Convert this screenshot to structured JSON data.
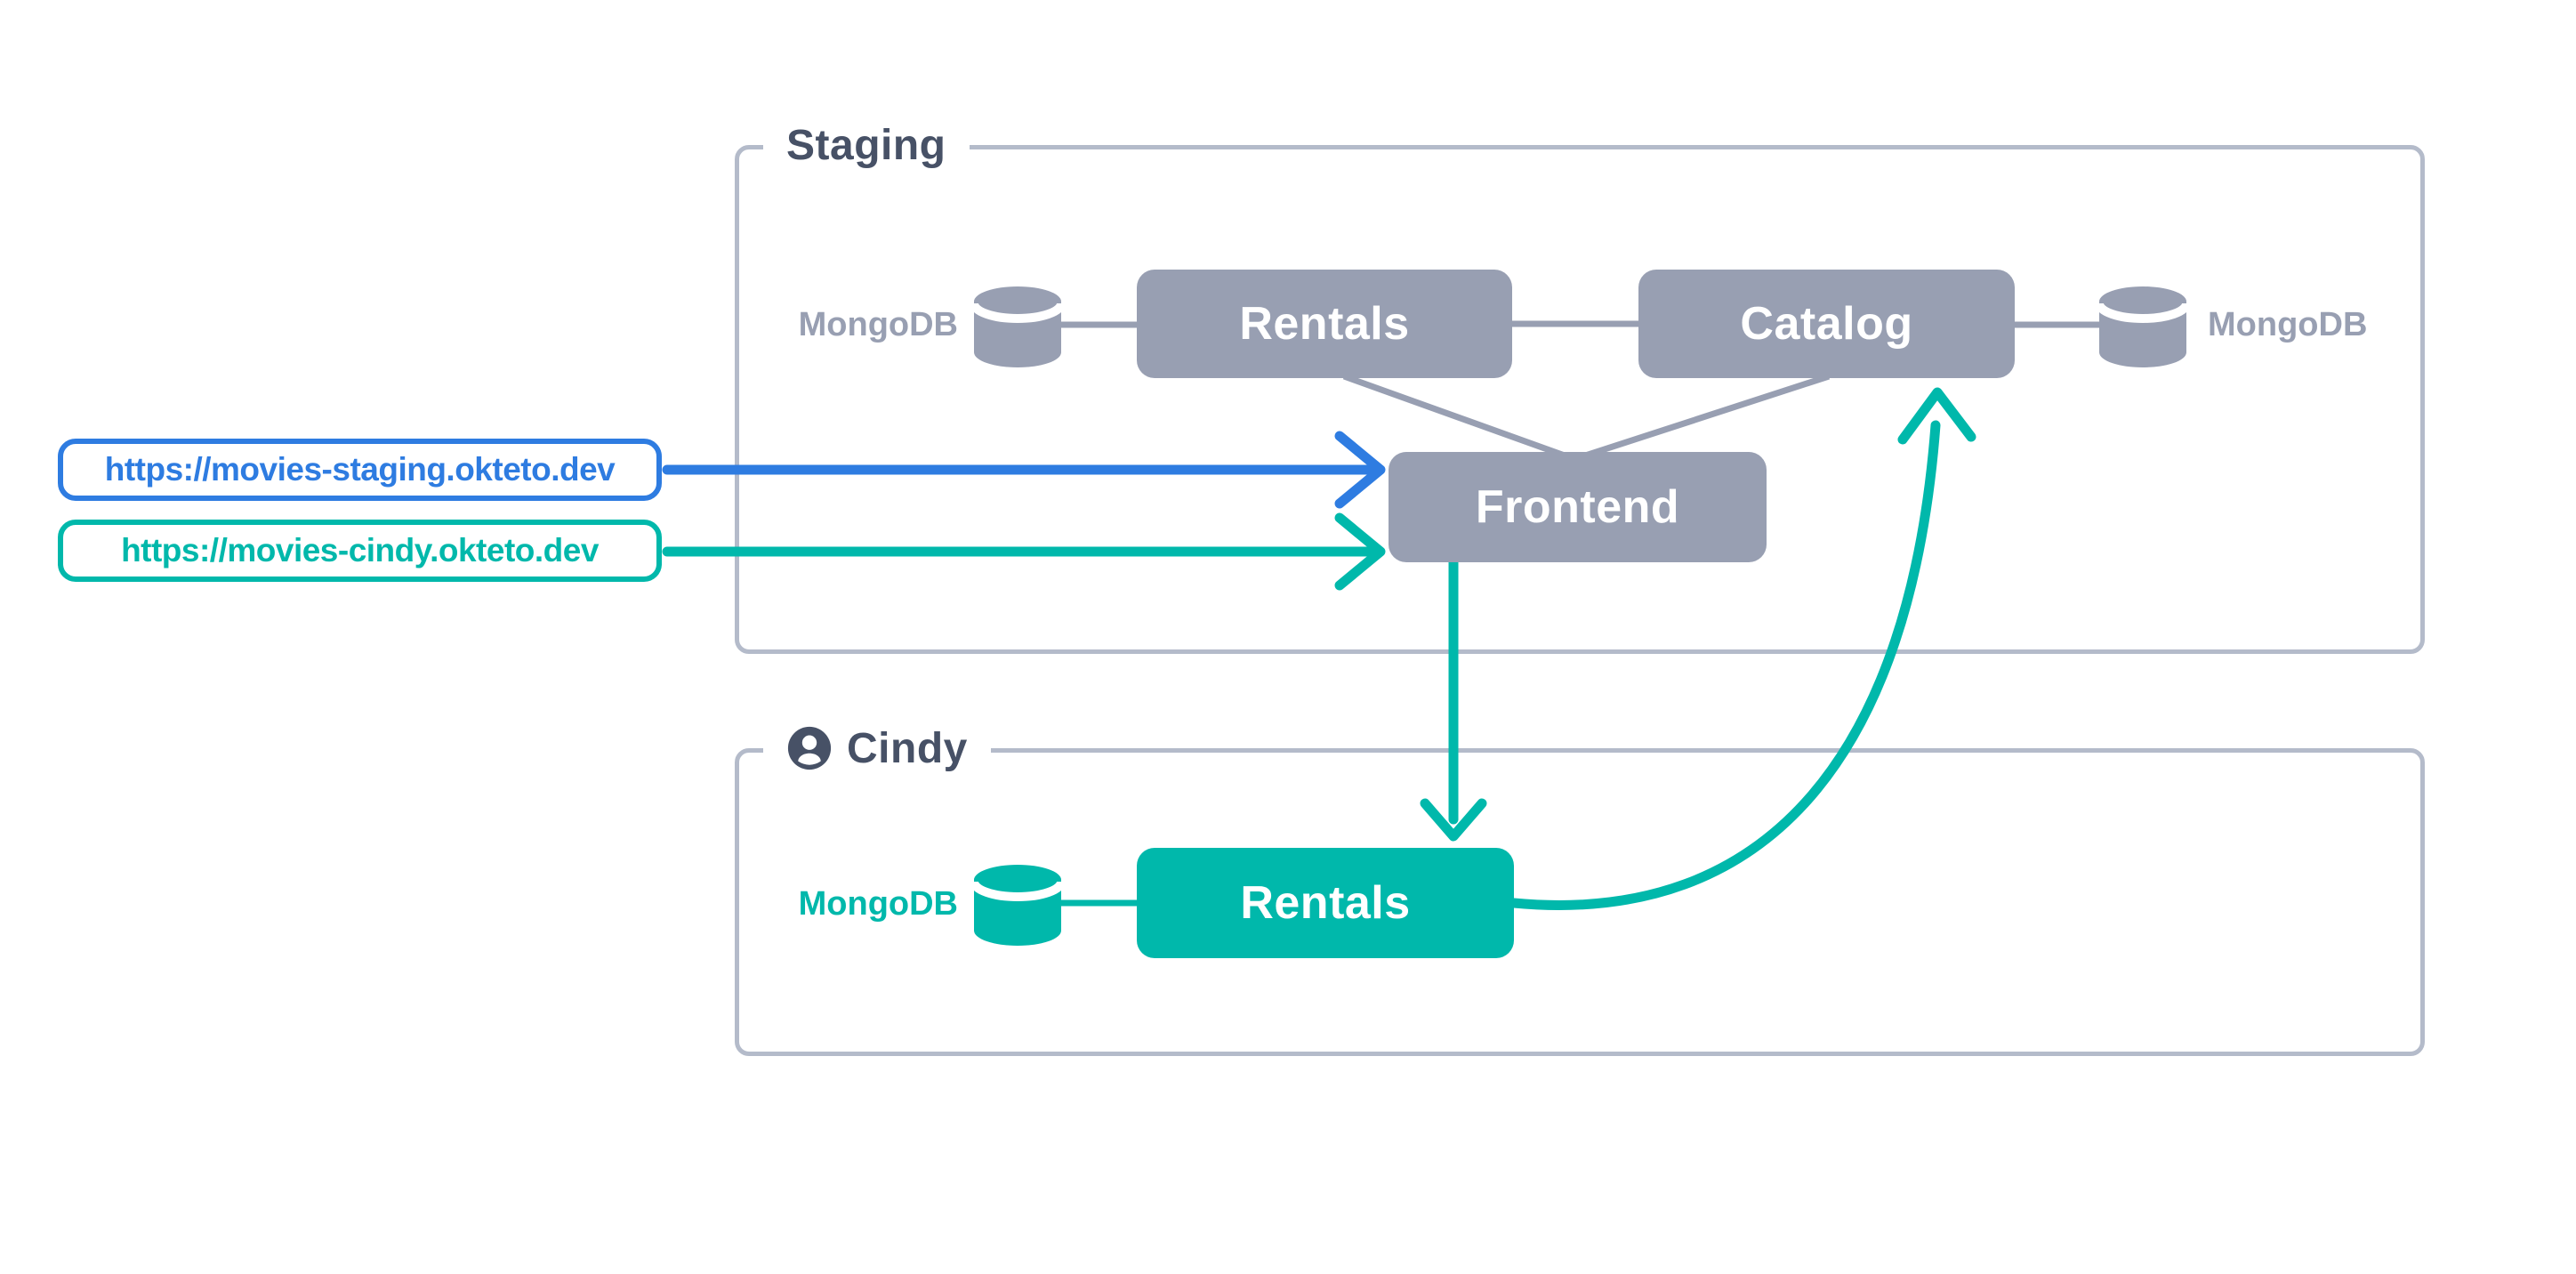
{
  "diagram": {
    "staging": {
      "label": "Staging",
      "db_left": "MongoDB",
      "db_right": "MongoDB",
      "rentals": "Rentals",
      "catalog": "Catalog",
      "frontend": "Frontend"
    },
    "cindy": {
      "label": "Cindy",
      "db": "MongoDB",
      "rentals": "Rentals"
    },
    "urls": {
      "staging": "https://movies-staging.okteto.dev",
      "cindy": "https://movies-cindy.okteto.dev"
    },
    "colors": {
      "service_gray": "#989fb2",
      "accent_teal": "#00b8ab",
      "accent_blue": "#2e7ce1",
      "heading_slate": "#475166",
      "group_border": "#b4bbca"
    }
  }
}
